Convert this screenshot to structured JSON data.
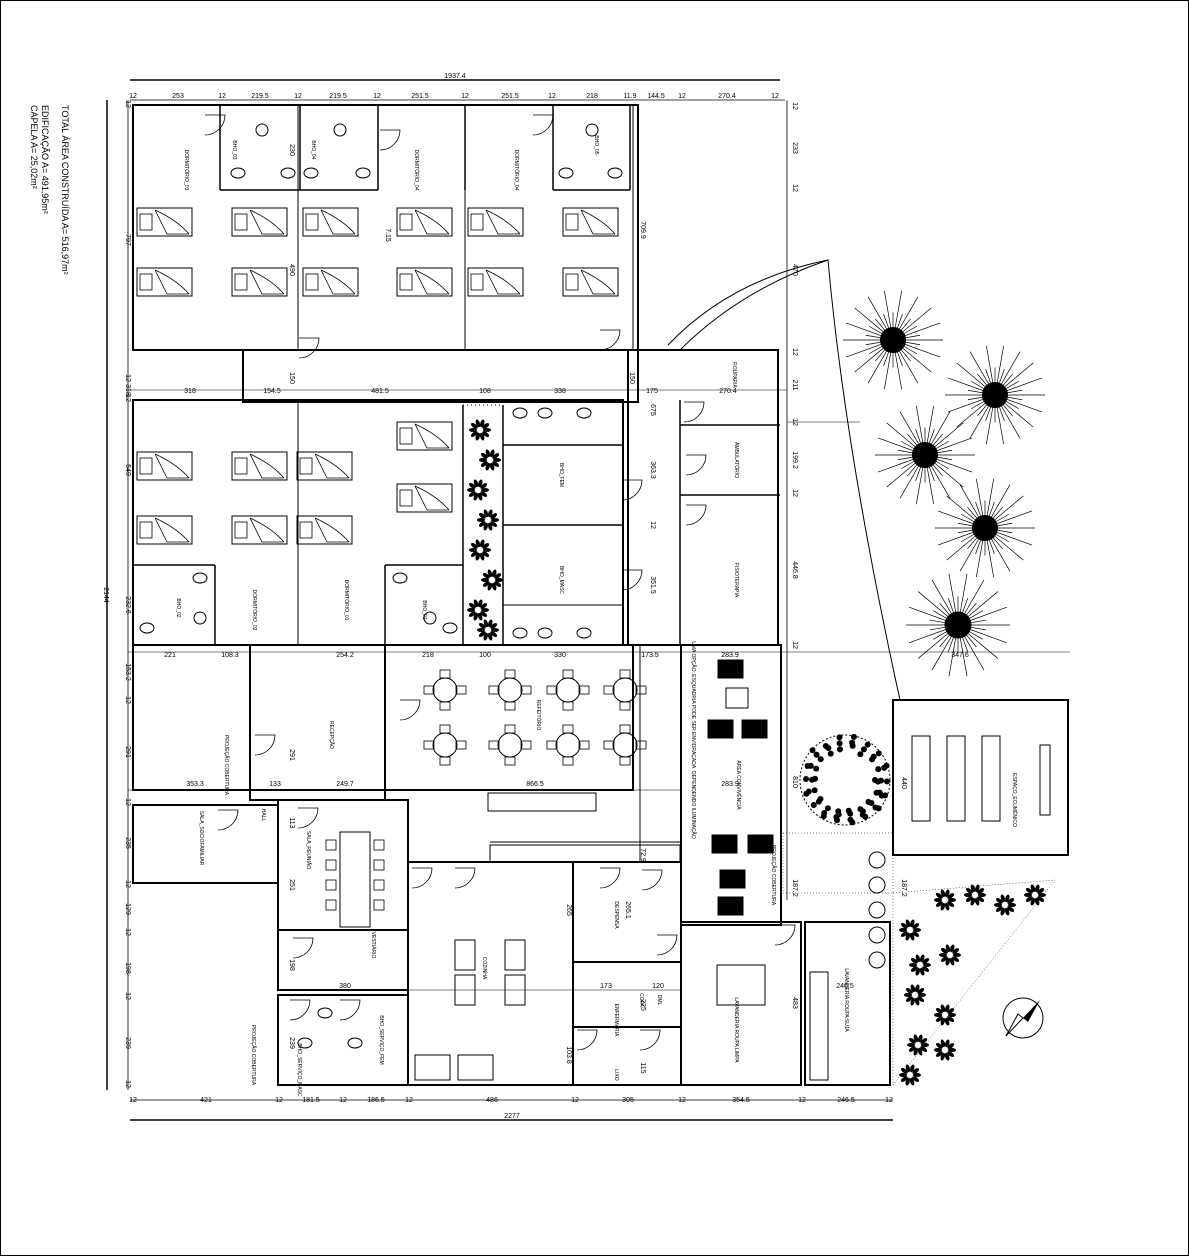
{
  "areas": {
    "total": "TOTAL ÁREA CONSTRUÍDA A= 516,97m²",
    "edificacao": "EDIFICAÇÃO A= 491,95m²",
    "capela": "CAPELA A= 25,02m²"
  },
  "top_dims": {
    "overall": "1937.4",
    "segments": [
      "12",
      "253",
      "12",
      "219.5",
      "12",
      "219.5",
      "12",
      "251.5",
      "12",
      "251.5",
      "12",
      "218",
      "11.9",
      "144.5",
      "12",
      "270.4",
      "12"
    ]
  },
  "bottom_dims": {
    "overall": "2277",
    "segments": [
      "12",
      "421",
      "12",
      "181.5",
      "12",
      "186.5",
      "12",
      "486",
      "12",
      "305",
      "12",
      "354.5",
      "12",
      "246.5",
      "12"
    ]
  },
  "left_dims": {
    "overall": "2144",
    "segments": [
      "12",
      "797",
      "12",
      "318",
      "12",
      "549",
      "232.6",
      "153.2",
      "12",
      "291",
      "12",
      "235",
      "12",
      "129",
      "12",
      "198",
      "12",
      "239",
      "12"
    ]
  },
  "right_dims": [
    "12",
    "233",
    "12",
    "470",
    "12",
    "211",
    "12",
    "199.2",
    "12",
    "446.8",
    "12",
    "810",
    "187.2",
    "483"
  ],
  "inner_dims": [
    "154.5",
    "481.5",
    "12",
    "108",
    "12",
    "338",
    "150",
    "175",
    "270.4",
    "675",
    "363.3",
    "351.5",
    "709.9",
    "7.15",
    "490",
    "221",
    "108.3",
    "254.2",
    "218",
    "100",
    "330",
    "173.5",
    "283.9",
    "347.6",
    "353.3",
    "133",
    "249.7",
    "866.5",
    "283.9",
    "380",
    "173",
    "120",
    "246.5",
    "265",
    "265.1",
    "225",
    "103.8",
    "115",
    "440",
    "291",
    "251",
    "198",
    "239",
    "113",
    "72.9",
    "486",
    "12",
    "230"
  ],
  "rooms": [
    {
      "id": "dorm03",
      "label": "DORMITÓRIO_03"
    },
    {
      "id": "bwc03",
      "label": "BHO_03"
    },
    {
      "id": "bwc04",
      "label": "BHO_04"
    },
    {
      "id": "dorm04",
      "label": "DORMITÓRIO_04"
    },
    {
      "id": "dorm04b",
      "label": "DORMITÓRIO_04"
    },
    {
      "id": "bwc05",
      "label": "BHO_05"
    },
    {
      "id": "rouparia_top",
      "label": "ROUPARIA"
    },
    {
      "id": "ambulatorio",
      "label": "AMBULATÓRIO"
    },
    {
      "id": "fisioterapia",
      "label": "FISIOTERAPIA"
    },
    {
      "id": "bwcfem",
      "label": "BHO_FEM"
    },
    {
      "id": "bwcmasc",
      "label": "BHO_MASC"
    },
    {
      "id": "bwc02",
      "label": "BHO_02"
    },
    {
      "id": "dorm02",
      "label": "DORMITÓRIO_02"
    },
    {
      "id": "dorm01",
      "label": "DORMITÓRIO_01"
    },
    {
      "id": "bwc01",
      "label": "BHO_01"
    },
    {
      "id": "recepcao",
      "label": "RECEPÇÃO"
    },
    {
      "id": "refeitorio",
      "label": "REFEITÓRIO"
    },
    {
      "id": "convivencia",
      "label": "ÁREA CONVIVÊNCIA"
    },
    {
      "id": "ecumenico",
      "label": "ESPAÇO_ECUMÊNICO"
    },
    {
      "id": "sala_socio",
      "label": "SALA_SOCIOFAMILIAR"
    },
    {
      "id": "sala_reuniao",
      "label": "SALA_REUNIÃO"
    },
    {
      "id": "hall",
      "label": "HALL"
    },
    {
      "id": "vestiario",
      "label": "VESTIÁRIO"
    },
    {
      "id": "cozinha",
      "label": "COZINHA"
    },
    {
      "id": "despensa",
      "label": "DESPENSA"
    },
    {
      "id": "copa",
      "label": "COPA"
    },
    {
      "id": "enfermaria",
      "label": "ENFERMARIA"
    },
    {
      "id": "dml",
      "label": "DML"
    },
    {
      "id": "lixo",
      "label": "LIXO"
    },
    {
      "id": "lav_roupa",
      "label": "LAVANDERIA ROUPA LIMPA"
    },
    {
      "id": "lav_suja",
      "label": "LAVANDERIA ROUPA SUJA"
    },
    {
      "id": "bwc_serv_masc",
      "label": "BHO_SERVIÇO_MASC"
    },
    {
      "id": "bwc_serv_fem",
      "label": "BHO_SERVIÇO_FEM"
    }
  ],
  "notes": {
    "projecao1": "PROJEÇÃO COBERTURA",
    "opcao": "UMA OPÇÃO: ESQUADRIA PODE SER ENVIDRAÇADA. DEPENDENDO ILUMINAÇÃO"
  },
  "colors": {
    "line": "#000000",
    "background": "#ffffff"
  }
}
